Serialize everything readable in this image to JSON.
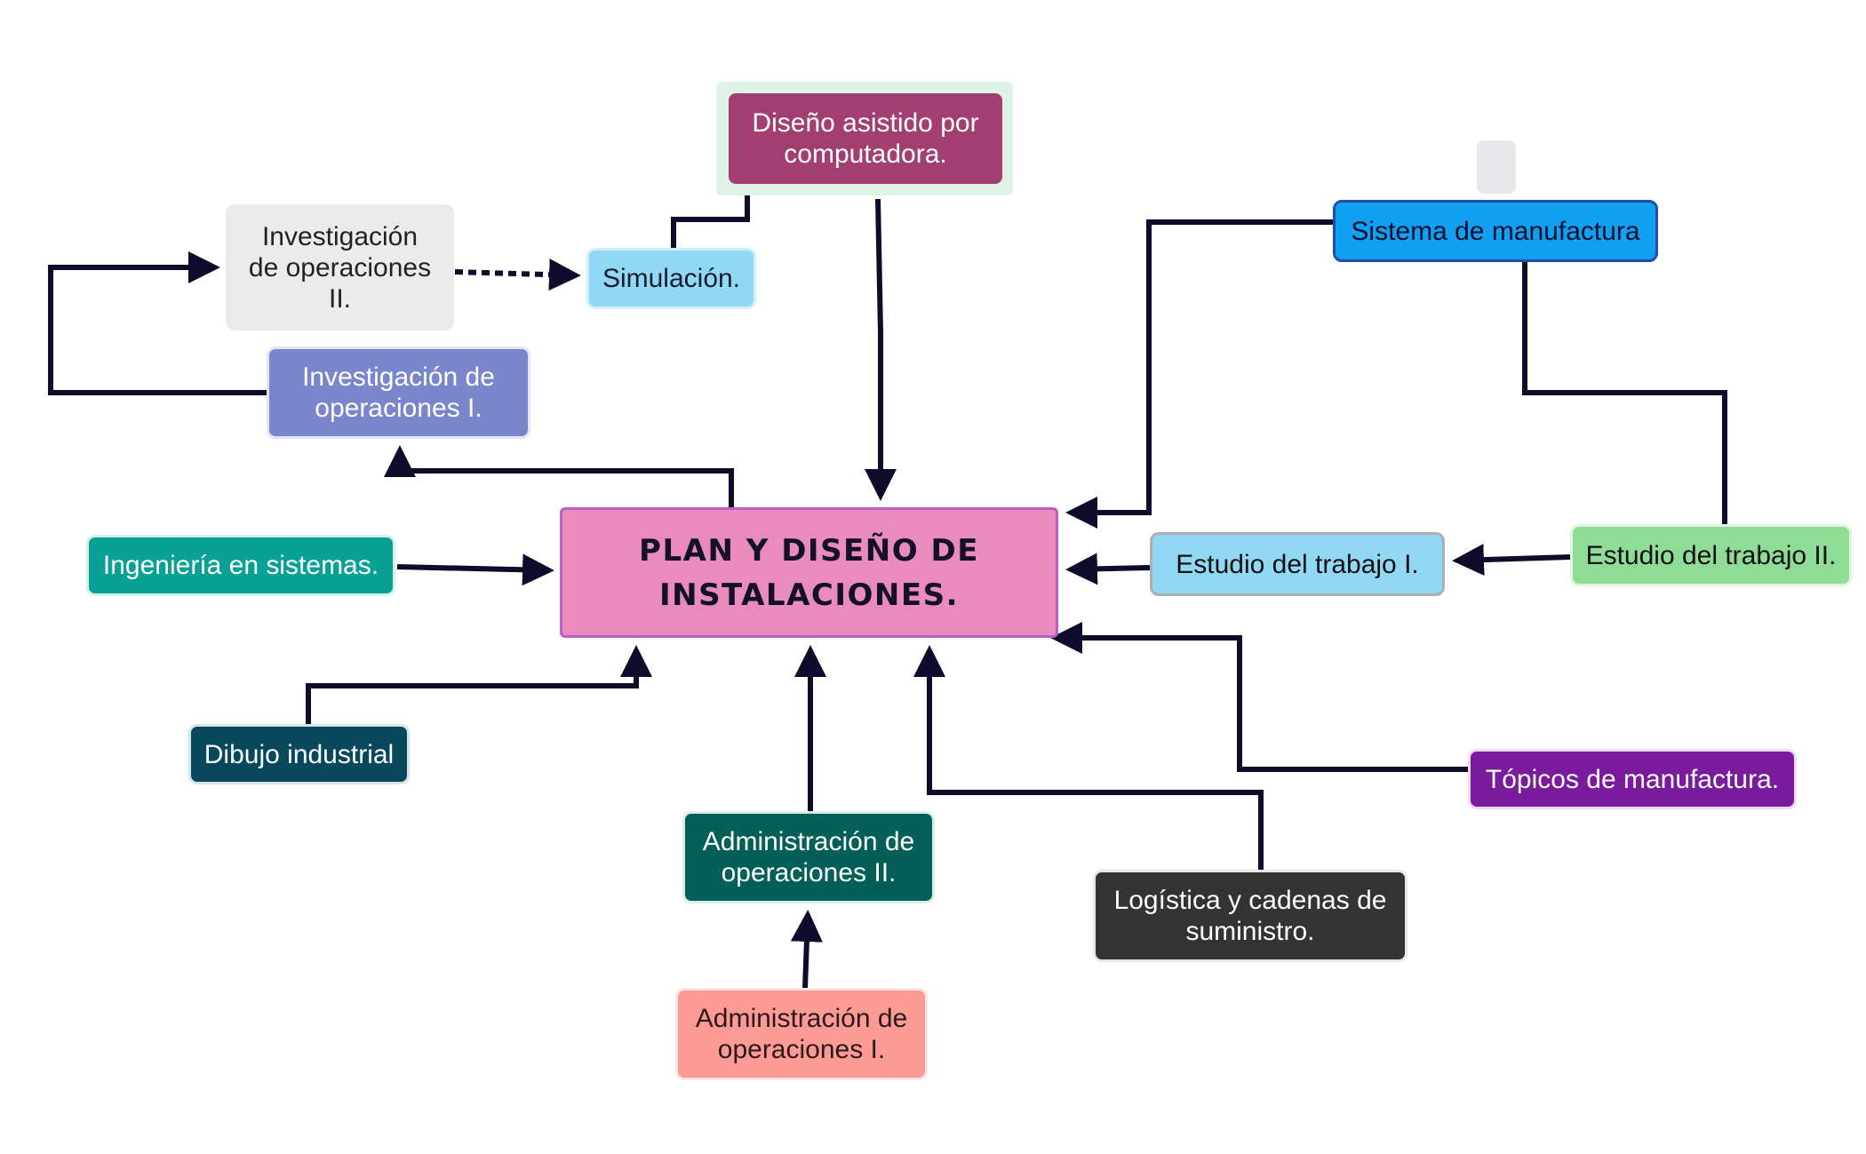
{
  "diagram": {
    "central": "PLAN Y DISEÑO DE\nINSTALACIONES.",
    "nodes": {
      "cad": "Diseño  asistido por\ncomputadora.",
      "simulacion": "Simulación.",
      "io2": "Investigación\nde operaciones\nII.",
      "io1": "Investigación de\noperaciones I.",
      "ingenieria": "Ingeniería en sistemas.",
      "dibujo": "Dibujo industrial",
      "ao2": "Administración de\noperaciones II.",
      "ao1": "Administración de\noperaciones I.",
      "logistica": "Logística y cadenas de\nsuministro.",
      "topicos": "Tópicos de manufactura.",
      "estudio1": "Estudio del trabajo I.",
      "estudio2": "Estudio del trabajo II.",
      "manufactura": "Sistema de manufactura"
    },
    "colors": {
      "central": "#e98bbb",
      "cad": "#a23f70",
      "simulacion": "#8fd9f6",
      "io2": "#ebebeb",
      "io1": "#7a86cc",
      "ingenieria": "#0aa195",
      "dibujo": "#07485d",
      "ao2": "#035f58",
      "ao1": "#fc9a95",
      "logistica": "#333333",
      "topicos": "#7a1a9c",
      "estudio1": "#92d7f4",
      "estudio2": "#8edc96",
      "manufactura": "#119fef",
      "connector": "#0d0c2b"
    }
  }
}
